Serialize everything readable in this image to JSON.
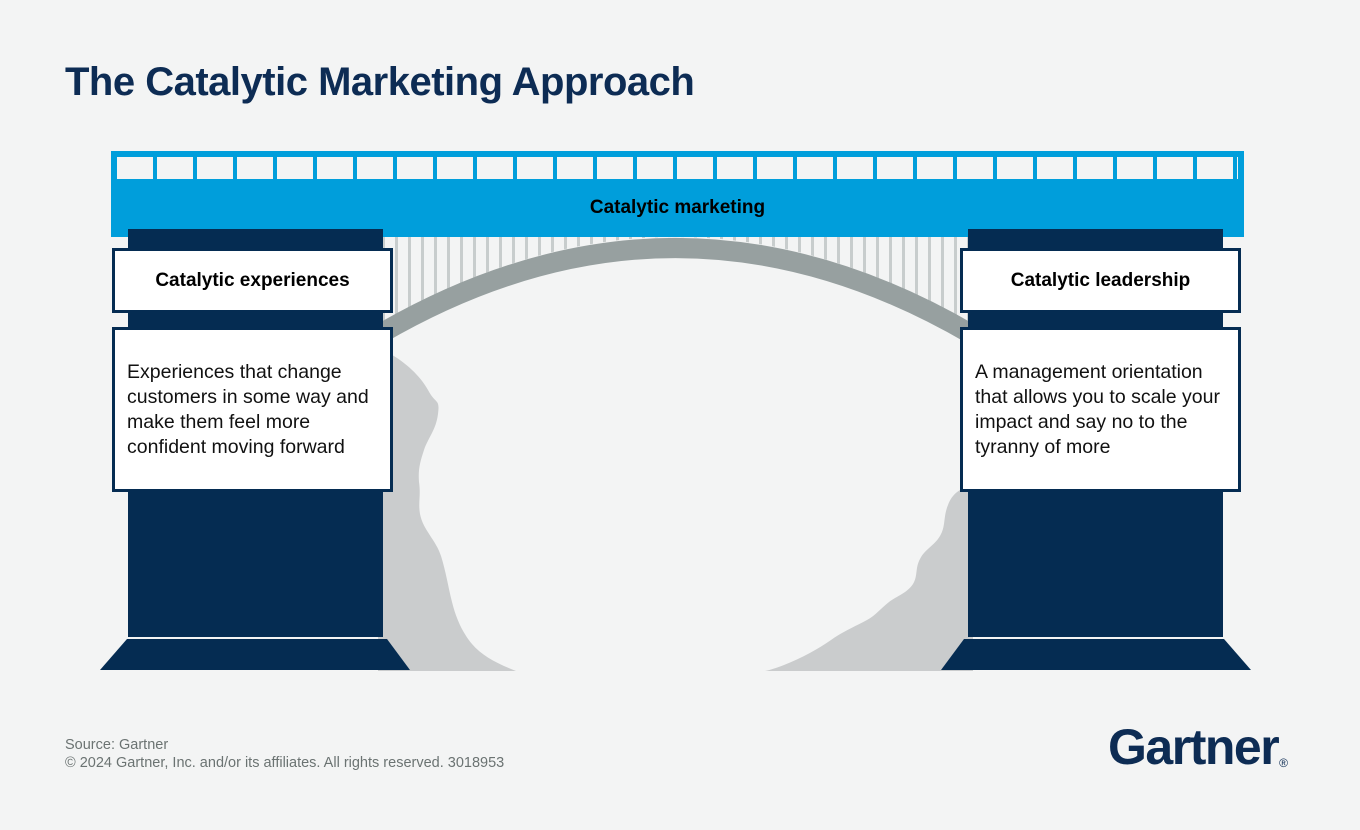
{
  "page": {
    "title": "The Catalytic Marketing Approach"
  },
  "bridge": {
    "deck_label": "Catalytic marketing",
    "left_pillar": {
      "title": "Catalytic experiences",
      "description": "Experiences that change customers in some way and make them feel more confident moving forward"
    },
    "right_pillar": {
      "title": "Catalytic leadership",
      "description": "A management orientation that allows you to scale your impact and say no to the tyranny of more"
    }
  },
  "footer": {
    "source": "Source: Gartner",
    "copyright": "© 2024 Gartner, Inc. and/or its affiliates. All rights reserved. 3018953",
    "logo_text": "Gartner",
    "registered_mark": "®"
  },
  "colors": {
    "background": "#f3f4f4",
    "accent_blue": "#009edb",
    "navy": "#052c52",
    "title_navy": "#0d2c54",
    "arch_gray": "#97a0a0",
    "hanger_gray": "#c8cdcd",
    "rock_gray": "#cacccd",
    "footer_gray": "#6b7372"
  }
}
